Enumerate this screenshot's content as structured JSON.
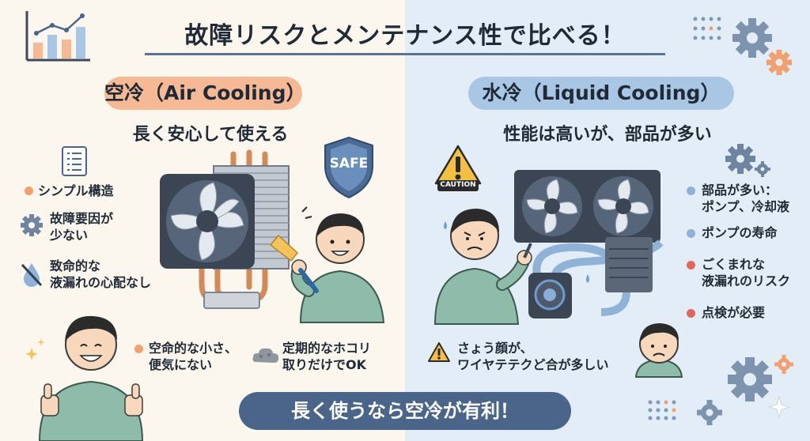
{
  "title": "故障リスクとメンテナンス性で比べる！",
  "air": {
    "heading": "空冷（Air Cooling）",
    "subtitle": "長く安心して使える",
    "badge": "SAFE",
    "features": [
      "シンプル構造",
      "故障要因が",
      "少ない",
      "致命的な",
      "液漏れの心配なし"
    ],
    "notes": [
      "空命的な小さ、",
      "便気にない",
      "定期的なホコリ",
      "取りだけでOK"
    ]
  },
  "liquid": {
    "heading": "水冷（Liquid Cooling）",
    "subtitle": "性能は高いが、部品が多い",
    "caution_label": "CAUTION",
    "features": [
      "部品が多い：",
      "ポンプ、冷却液",
      "ポンプの寿命",
      "ごくまれな",
      "液漏れのリスク",
      "点検が必要"
    ],
    "notes": [
      "さょう顔が、",
      "ワイヤテテクど合が多しい"
    ]
  },
  "conclusion": "長く使うなら空冷が有利！",
  "colors": {
    "accent_orange": "#f6b995",
    "accent_blue": "#a9c6e4",
    "navy": "#4a6589",
    "red_dot": "#e0675c"
  },
  "icons": [
    "chart-icon",
    "gear-icon",
    "checklist-icon",
    "shield-icon",
    "droplet-slash-icon",
    "caution-icon",
    "dust-icon",
    "sparkle-icon"
  ]
}
